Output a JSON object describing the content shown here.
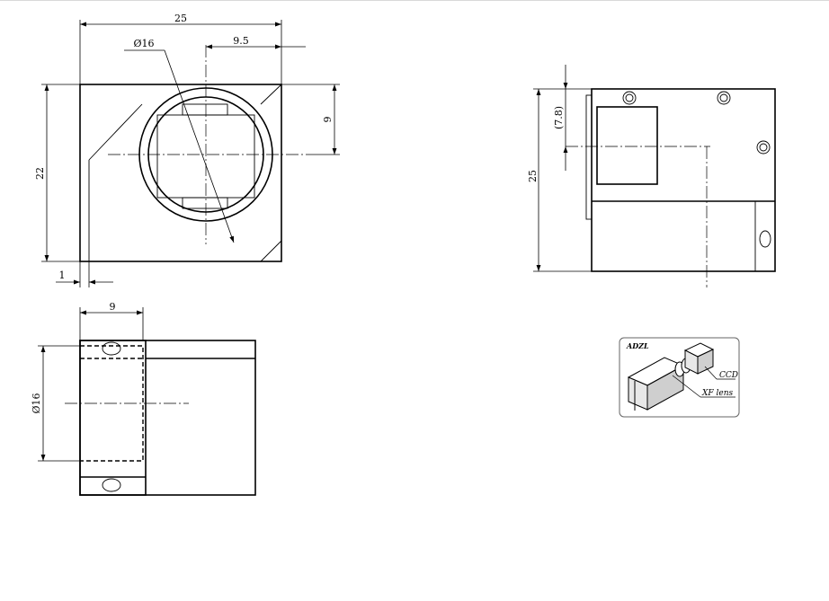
{
  "front_view": {
    "width_dim": "25",
    "bore_dim": "Ø16",
    "center_offset_dim": "9.5",
    "vertical_offset_dim": "9",
    "height_dim": "22",
    "edge_dim": "1"
  },
  "side_view": {
    "height_dim": "25",
    "offset_dim": "(7.8)"
  },
  "bottom_view": {
    "depth_dim": "9",
    "bore_dim": "Ø16"
  },
  "legend": {
    "brand": "ADZL",
    "ccd_label": "CCD",
    "lens_label": "XF lens"
  },
  "colors": {
    "line": "#000000",
    "background": "#ffffff",
    "frame": "#d9d9d9"
  }
}
